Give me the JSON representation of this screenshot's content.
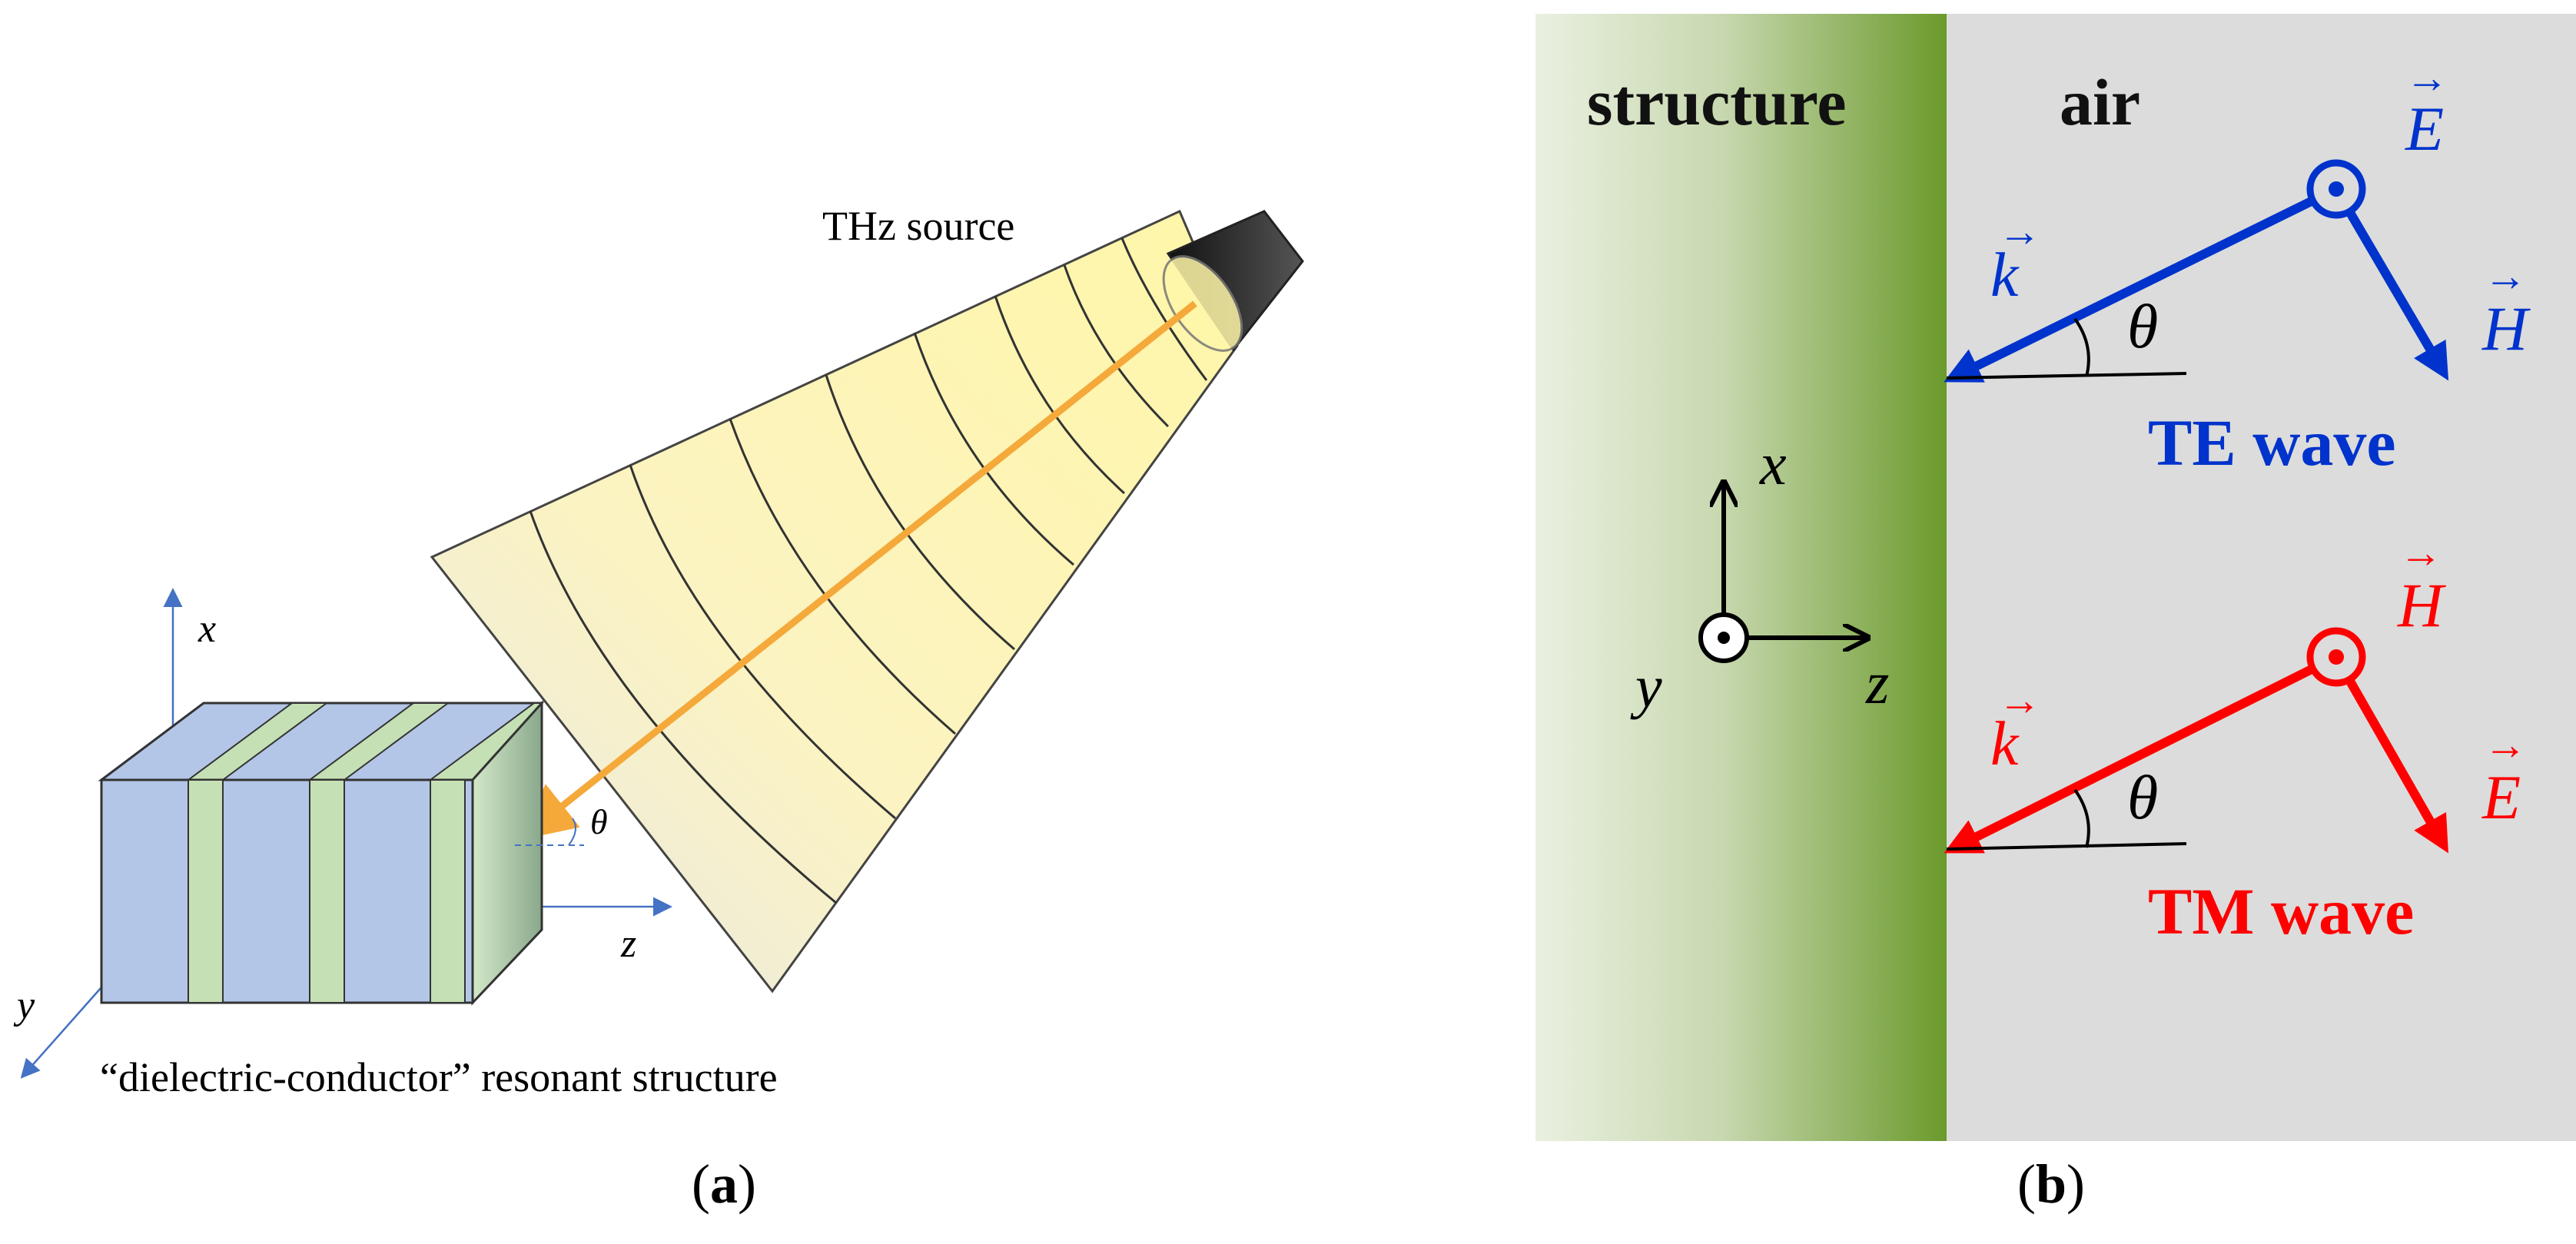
{
  "panel_a": {
    "label": "(a)",
    "label_letter": "a",
    "source_label": "THz source",
    "structure_caption": "“dielectric-conductor” resonant structure",
    "axis_x": "x",
    "axis_y": "y",
    "axis_z": "z",
    "angle": "θ",
    "colors": {
      "block_face": "#b3c6e7",
      "stripe": "#c5e0b4",
      "beam_fill": "#fff6a8",
      "arrow": "#f4a93a",
      "axis": "#4472c4",
      "horn": "#404040"
    }
  },
  "panel_b": {
    "label": "(b)",
    "label_letter": "b",
    "structure_label": "structure",
    "air_label": "air",
    "axis_x": "x",
    "axis_y": "y",
    "axis_z": "z",
    "te": {
      "title": "TE wave",
      "k": "k",
      "field_out": "E",
      "field_arrow": "H",
      "angle": "θ",
      "color": "#0033cc"
    },
    "tm": {
      "title": "TM wave",
      "k": "k",
      "field_out": "H",
      "field_arrow": "E",
      "angle": "θ",
      "color": "#ff0000"
    },
    "colors": {
      "structure_gradient_start": "#eaf0e0",
      "structure_gradient_end": "#6b9a2c",
      "air": "#dcdcdc"
    }
  }
}
